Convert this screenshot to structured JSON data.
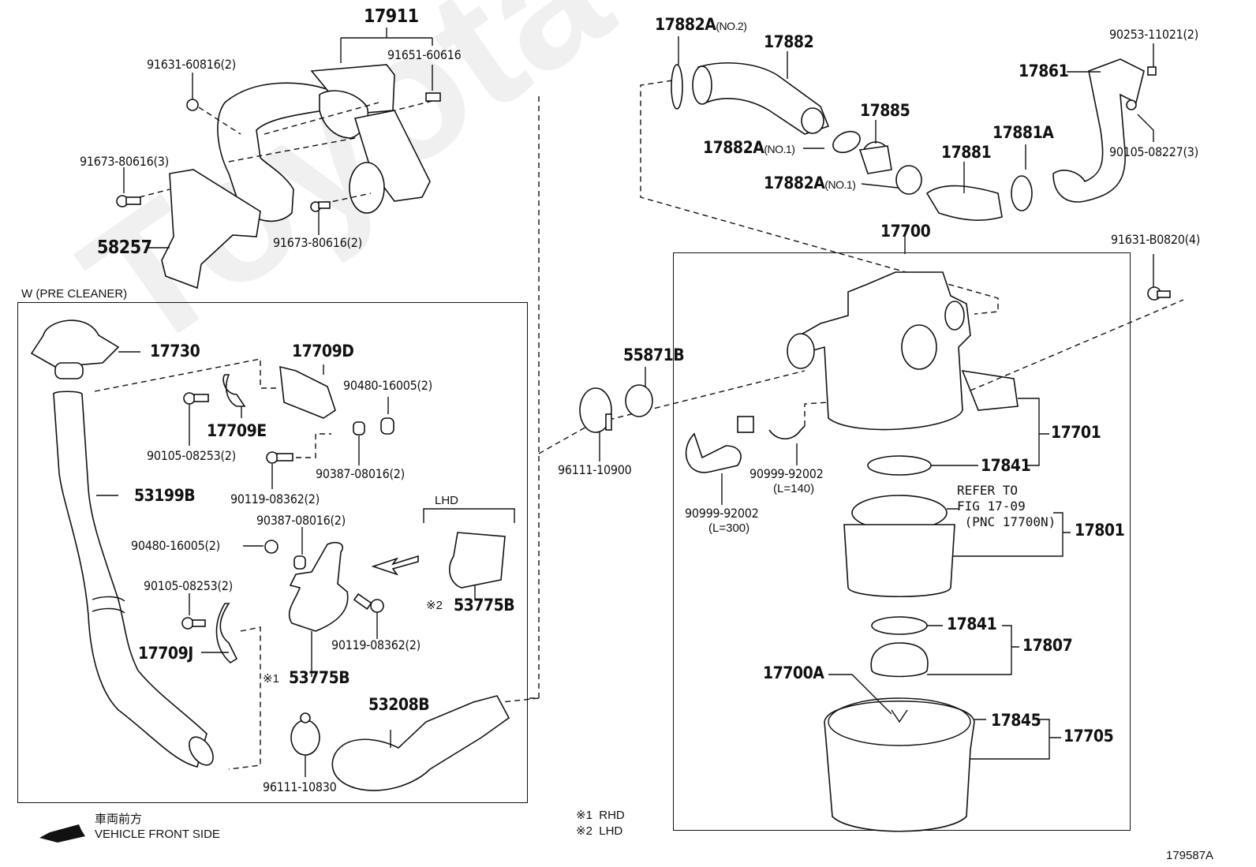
{
  "diagram": {
    "title_code": "179587A",
    "watermark": "ToyotaCarMiner",
    "legend": {
      "rhd": "※1  RHD",
      "lhd": "※2  LHD"
    },
    "direction": {
      "jp": "車両前方",
      "en": "VEHICLE FRONT SIDE",
      "icon": "arrow-left-icon"
    },
    "sections": {
      "pre_cleaner_title": "W (PRE CLEANER)",
      "lhd_subtitle": "LHD",
      "refer_note": "REFER TO\nFIG 17-09\n (PNC 17700N)"
    },
    "labels": {
      "p17911": "17911",
      "p91631_60816": "91631-60816(2)",
      "p91651_60616": "91651-60616",
      "p91673_80616_3": "91673-80616(3)",
      "p58257": "58257",
      "p91673_80616_2": "91673-80616(2)",
      "p17730": "17730",
      "p17709D": "17709D",
      "p17709E": "17709E",
      "p90480_16005_a": "90480-16005(2)",
      "p90105_08253_a": "90105-08253(2)",
      "p90387_08016_a": "90387-08016(2)",
      "p90119_08362_a": "90119-08362(2)",
      "p53199B": "53199B",
      "p90387_08016_b": "90387-08016(2)",
      "p90480_16005_b": "90480-16005(2)",
      "p90105_08253_b": "90105-08253(2)",
      "p17709J": "17709J",
      "p53775B_rhd": "53775B",
      "p53775B_rhd_mark": "※1",
      "p53775B_lhd": "53775B",
      "p53775B_lhd_mark": "※2",
      "p90119_08362_b": "90119-08362(2)",
      "p53208B": "53208B",
      "p96111_10830": "96111-10830",
      "p17882A_no2": "17882A",
      "p17882A_no2_sfx": "(NO.2)",
      "p17882": "17882",
      "p17885": "17885",
      "p17882A_no1_a": "17882A",
      "p17882A_no1_a_sfx": "(NO.1)",
      "p17882A_no1_b": "17882A",
      "p17882A_no1_b_sfx": "(NO.1)",
      "p17881": "17881",
      "p17881A": "17881A",
      "p17861": "17861",
      "p90253_11021": "90253-11021(2)",
      "p90105_08227": "90105-08227(3)",
      "p17700": "17700",
      "p91631_B0820": "91631-B0820(4)",
      "p55871B": "55871B",
      "p96111_10900": "96111-10900",
      "p90999_92002_140": "90999-92002",
      "p90999_92002_140_len": "(L=140)",
      "p90999_92002_300": "90999-92002",
      "p90999_92002_300_len": "(L=300)",
      "p17701": "17701",
      "p17841_a": "17841",
      "p17801": "17801",
      "p17841_b": "17841",
      "p17807": "17807",
      "p17700A": "17700A",
      "p17845": "17845",
      "p17705": "17705"
    }
  }
}
